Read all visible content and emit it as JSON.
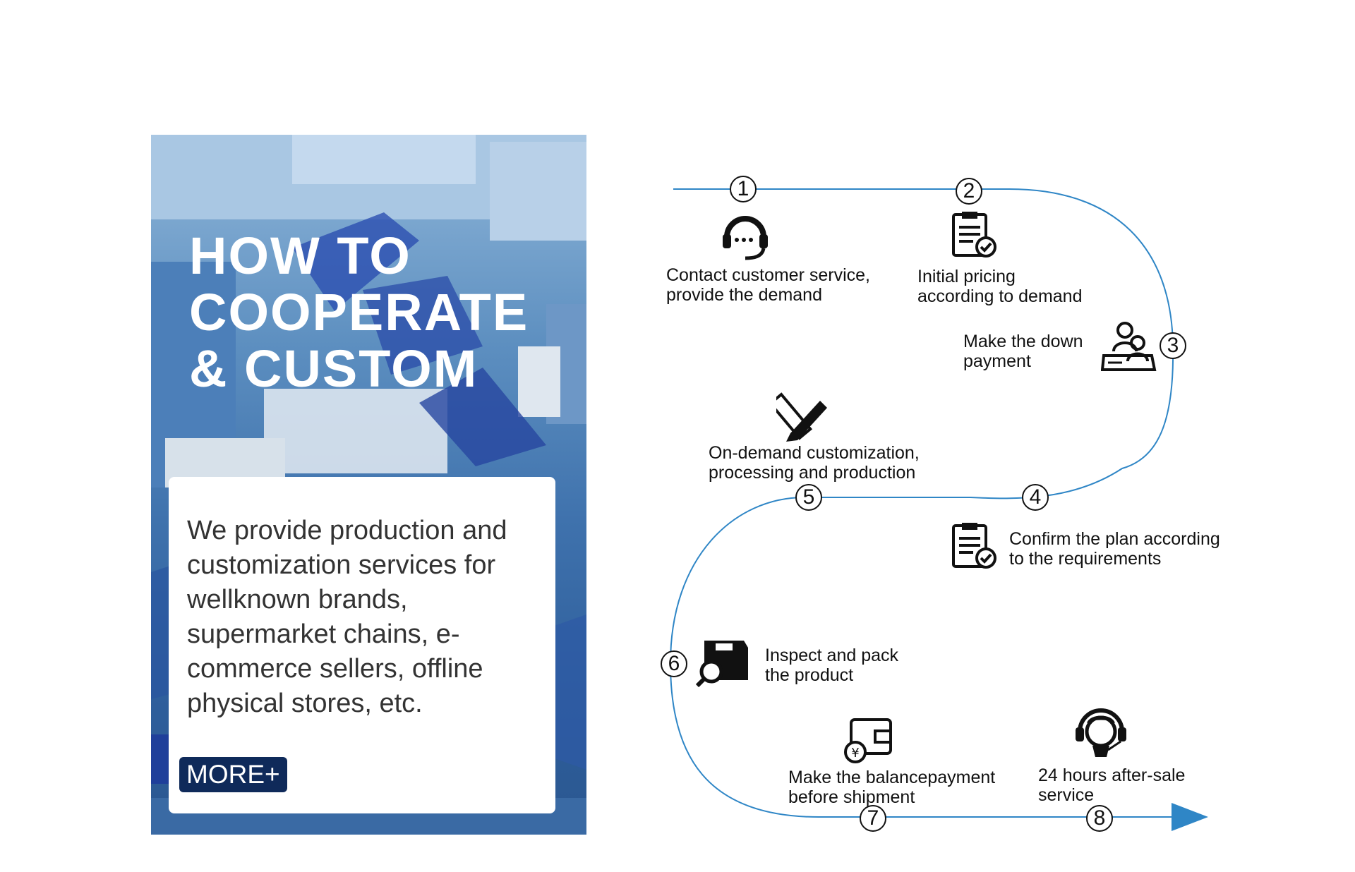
{
  "card": {
    "title_lines": [
      "HOW TO",
      "COOPERATE",
      "& CUSTOM"
    ],
    "description": "We provide production and customization services for wellknown brands, supermarket chains, e-commerce sellers, offline physical stores, etc.",
    "more_label": "MORE+"
  },
  "flow": {
    "line_color": "#2f86c6",
    "arrow_color": "#2f86c6",
    "steps": [
      {
        "number": "1",
        "line1": "Contact customer service,",
        "line2": "provide the demand",
        "icon": "headset-icon"
      },
      {
        "number": "2",
        "line1": "Initial pricing",
        "line2": "according to demand",
        "icon": "clipboard-check-icon"
      },
      {
        "number": "3",
        "line1": "Make the down",
        "line2": "payment",
        "icon": "people-contract-icon"
      },
      {
        "number": "4",
        "line1": "Confirm the plan according",
        "line2": "to the requirements",
        "icon": "clipboard-check-icon"
      },
      {
        "number": "5",
        "line1": "On-demand customization,",
        "line2": "processing and production",
        "icon": "ruler-pencil-icon"
      },
      {
        "number": "6",
        "line1": "Inspect and pack",
        "line2": "the product",
        "icon": "box-search-icon"
      },
      {
        "number": "7",
        "line1": "Make the balancepayment",
        "line2": "before shipment",
        "icon": "wallet-yen-icon"
      },
      {
        "number": "8",
        "line1": "24 hours after-sale",
        "line2": "service",
        "icon": "support-agent-icon"
      }
    ]
  }
}
